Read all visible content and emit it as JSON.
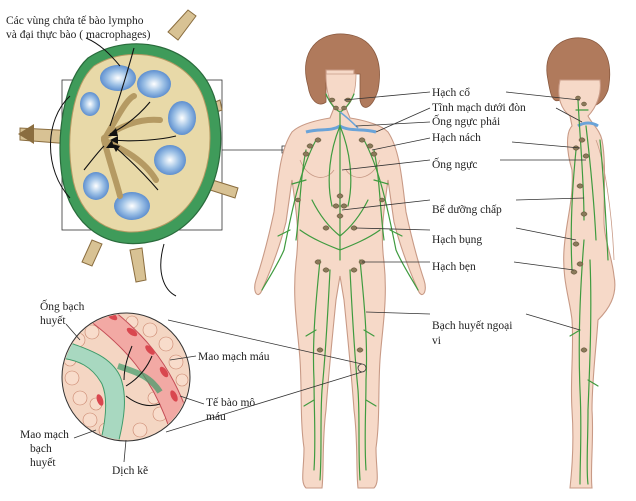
{
  "node_labels": {
    "lymph_regions_line1": "Các vùng chứa tế bào lympho",
    "lymph_regions_line2": "và đại thực bào ( macrophages)"
  },
  "body_labels": {
    "hach_co": "Hạch cổ",
    "tinh_mach": "Tĩnh mạch dưới đòn",
    "ong_nguc_phai": "Ống ngực phải",
    "hach_nach": "Hạch nách",
    "ong_nguc": "Ống ngực",
    "be_duong_chap": "Bể dưỡng chấp",
    "hach_bung": "Hạch bụng",
    "hach_ben": "Hạch bẹn",
    "bach_huyet_line1": "Bạch huyết ngoại",
    "bach_huyet_line2": "vi"
  },
  "tissue_labels": {
    "ong_bach_line1": "Ống bạch",
    "ong_bach_line2": "huyết",
    "mao_mach_mau": "Mao mạch máu",
    "te_bao_line1": "Tế bào mô",
    "te_bao_line2": "máu",
    "mao_mach_bh_line1": "Mao mạch",
    "mao_mach_bh_line2": "bạch",
    "mao_mach_bh_line3": "huyết",
    "dich_ke": "Dịch kẽ"
  },
  "colors": {
    "skin": "#f6d9c8",
    "skin_edge": "#c89a86",
    "hair": "#b07a5c",
    "lymph_vessel": "#3f9b3f",
    "node": "#8a7a5a",
    "vein": "#6aa3d8",
    "node_outer": "#3f9b5a",
    "node_inner": "#e8d9a8",
    "follicle": "#7fa9d9",
    "blood": "#d9474f"
  }
}
